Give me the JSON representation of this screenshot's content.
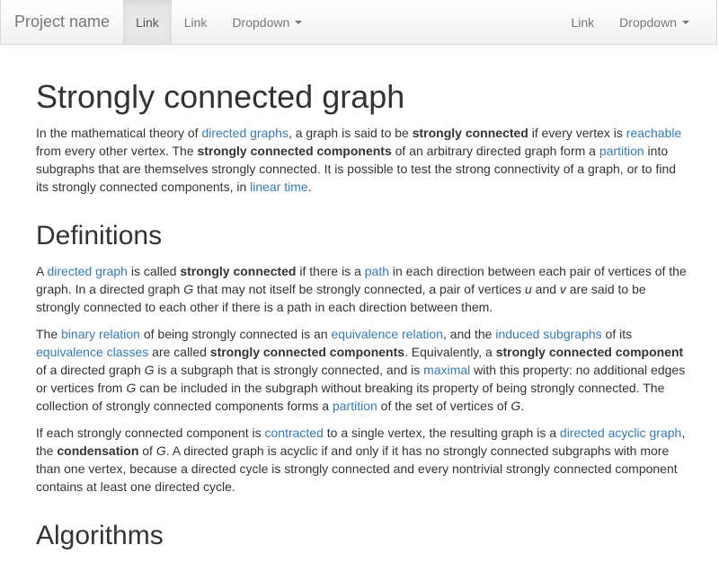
{
  "navbar": {
    "brand": "Project name",
    "left_items": [
      {
        "label": "Link",
        "active": true
      },
      {
        "label": "Link",
        "active": false
      },
      {
        "label": "Dropdown",
        "active": false
      }
    ],
    "right_items": [
      {
        "label": "Link"
      },
      {
        "label": "Dropdown"
      }
    ]
  },
  "article": {
    "title": "Strongly connected graph",
    "intro": {
      "t1": "In the mathematical theory of ",
      "l1": "directed graphs",
      "t2": ", a graph is said to be ",
      "b1": "strongly connected",
      "t3": " if every vertex is ",
      "l2": "reachable",
      "t4": " from every other vertex. The ",
      "b2": "strongly connected components",
      "t5": " of an arbitrary directed graph form a ",
      "l3": "partition",
      "t6": " into subgraphs that are themselves strongly connected. It is possible to test the strong connectivity of a graph, or to find its strongly connected components, in ",
      "l4": "linear time",
      "t7": "."
    },
    "definitions": {
      "heading": "Definitions",
      "p1": {
        "t1": "A ",
        "l1": "directed graph",
        "t2": " is called ",
        "b1": "strongly connected",
        "t3": " if there is a ",
        "l2": "path",
        "t4": " in each direction between each pair of vertices of the graph. In a directed graph ",
        "i1": "G",
        "t5": " that may not itself be strongly connected, a pair of vertices ",
        "i2": "u",
        "t6": " and ",
        "i3": "v",
        "t7": " are said to be strongly connected to each other if there is a path in each direction between them."
      },
      "p2": {
        "t1": "The ",
        "l1": "binary relation",
        "t2": " of being strongly connected is an ",
        "l2": "equivalence relation",
        "t3": ", and the ",
        "l3": "induced subgraphs",
        "t4": " of its ",
        "l4": "equivalence classes",
        "t5": " are called ",
        "b1": "strongly connected components",
        "t6": ". Equivalently, a ",
        "b2": "strongly connected component",
        "t7": " of a directed graph ",
        "i1": "G",
        "t8": " is a subgraph that is strongly connected, and is ",
        "l5": "maximal",
        "t9": " with this property: no additional edges or vertices from ",
        "i2": "G",
        "t10": " can be included in the subgraph without breaking its property of being strongly connected. The collection of strongly connected components forms a ",
        "l6": "partition",
        "t11": " of the set of vertices of ",
        "i3": "G",
        "t12": "."
      },
      "p3": {
        "t1": "If each strongly connected component is ",
        "l1": "contracted",
        "t2": " to a single vertex, the resulting graph is a ",
        "l2": "directed acyclic graph",
        "t3": ", the ",
        "b1": "condensation",
        "t4": " of ",
        "i1": "G",
        "t5": ". A directed graph is acyclic if and only if it has no strongly connected subgraphs with more than one vertex, because a directed cycle is strongly connected and every nontrivial strongly connected component contains at least one directed cycle."
      }
    },
    "algorithms": {
      "heading": "Algorithms"
    }
  }
}
